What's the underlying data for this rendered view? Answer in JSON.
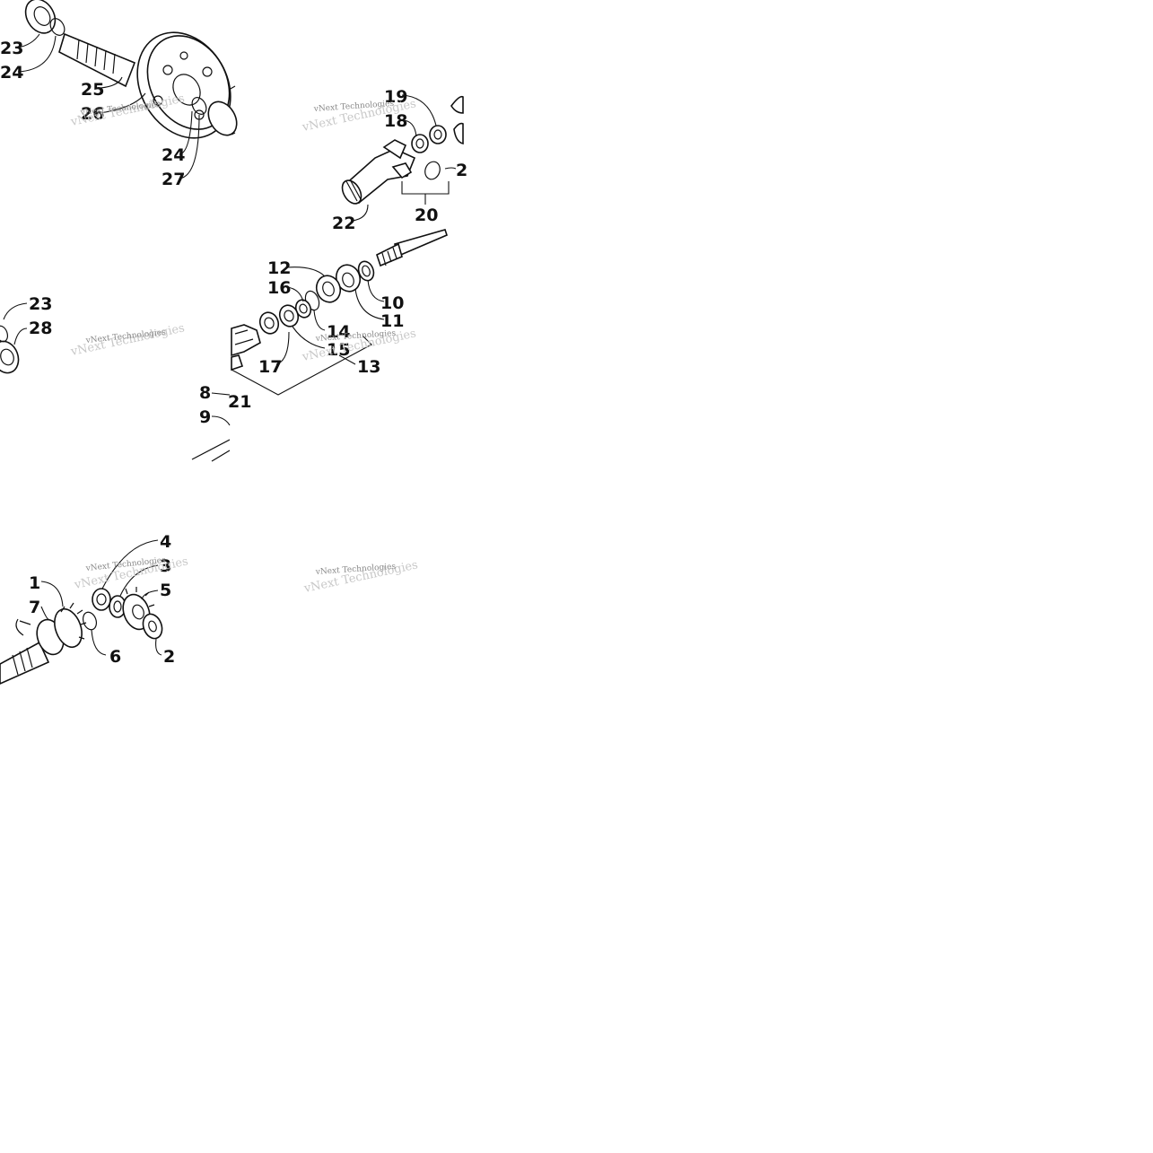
{
  "watermark": {
    "text": "vNext Technologies"
  },
  "callouts": {
    "c1": "1",
    "c2a": "2",
    "c2b": "2",
    "c3": "3",
    "c4": "4",
    "c5": "5",
    "c6": "6",
    "c7": "7",
    "c8": "8",
    "c9": "9",
    "c10": "10",
    "c11": "11",
    "c12": "12",
    "c13": "13",
    "c14": "14",
    "c15": "15",
    "c16": "16",
    "c17": "17",
    "c18": "18",
    "c19": "19",
    "c20": "20",
    "c21": "21",
    "c22": "22",
    "c23a": "23",
    "c23b": "23",
    "c24a": "24",
    "c24b": "24",
    "c25": "25",
    "c26": "26",
    "c27": "27",
    "c28": "28"
  }
}
